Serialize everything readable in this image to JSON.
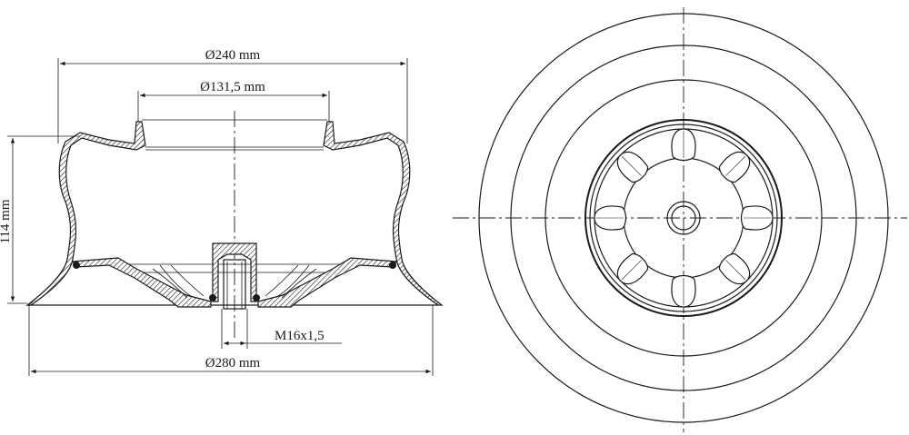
{
  "dimensions": {
    "top_outer_diameter": "Ø240 mm",
    "top_inner_diameter": "Ø131,5 mm",
    "height": "114 mm",
    "thread": "M16x1,5",
    "base_diameter": "Ø280 mm"
  }
}
